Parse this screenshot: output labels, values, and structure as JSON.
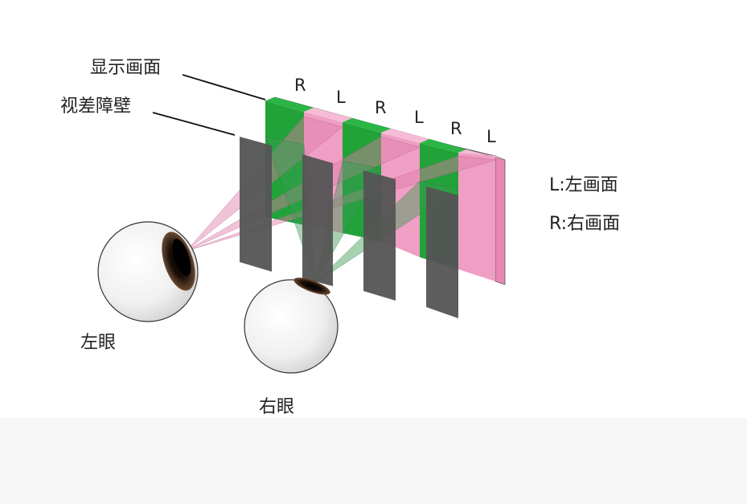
{
  "labels": {
    "display_screen": "显示画面",
    "parallax_barrier": "视差障壁",
    "left_eye": "左眼",
    "right_eye": "右眼",
    "legend_left": "L:左画面",
    "legend_right": "R:右画面"
  },
  "pixel_columns": [
    "R",
    "L",
    "R",
    "L",
    "R",
    "L"
  ],
  "colors": {
    "right_image": "#22a33a",
    "left_image": "#ef9ec4",
    "barrier": "#545454",
    "left_rays": "#e07aa8",
    "right_rays": "#3a9c55"
  }
}
